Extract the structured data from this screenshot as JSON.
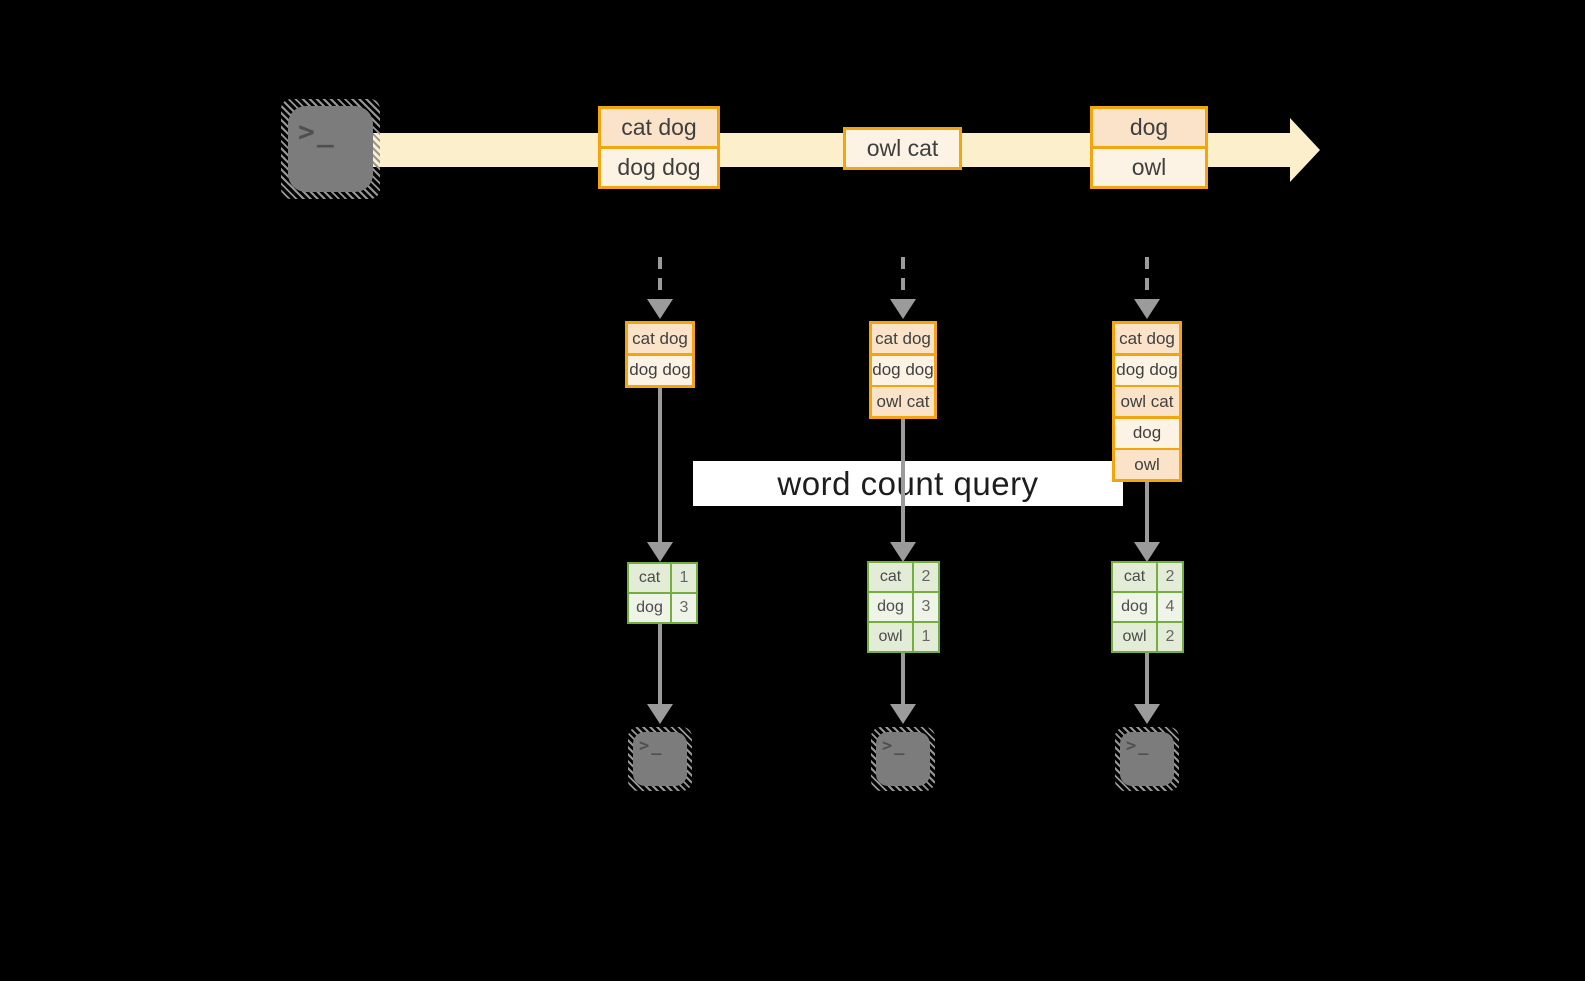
{
  "banner": {
    "label": "word count query"
  },
  "stream": {
    "batches": [
      {
        "lines": [
          "cat dog",
          "dog dog"
        ]
      },
      {
        "lines": [
          "owl cat"
        ]
      },
      {
        "lines": [
          "dog",
          "owl"
        ]
      }
    ]
  },
  "columns": [
    {
      "stack": [
        "cat dog",
        "dog dog"
      ],
      "table": [
        {
          "word": "cat",
          "count": "1"
        },
        {
          "word": "dog",
          "count": "3"
        }
      ]
    },
    {
      "stack": [
        "cat dog",
        "dog dog",
        "owl cat"
      ],
      "table": [
        {
          "word": "cat",
          "count": "2"
        },
        {
          "word": "dog",
          "count": "3"
        },
        {
          "word": "owl",
          "count": "1"
        }
      ]
    },
    {
      "stack": [
        "cat dog",
        "dog dog",
        "owl cat",
        "dog",
        "owl"
      ],
      "table": [
        {
          "word": "cat",
          "count": "2"
        },
        {
          "word": "dog",
          "count": "4"
        },
        {
          "word": "owl",
          "count": "2"
        }
      ]
    }
  ],
  "icons": {
    "terminal_prompt": ">_"
  },
  "colors": {
    "amber_border": "#F2A50F",
    "peach_fill": "#FAE3C8",
    "cream_fill": "#FDF3E4",
    "stream_band": "#FBF0CB",
    "green_border": "#74AE41",
    "green_fill_dark": "#E2ECD6",
    "green_fill_light": "#EFF4E8",
    "arrow_gray": "#9B9B9B",
    "terminal_gray": "#7C7C7C",
    "banner_bg": "#FFFFFF"
  }
}
